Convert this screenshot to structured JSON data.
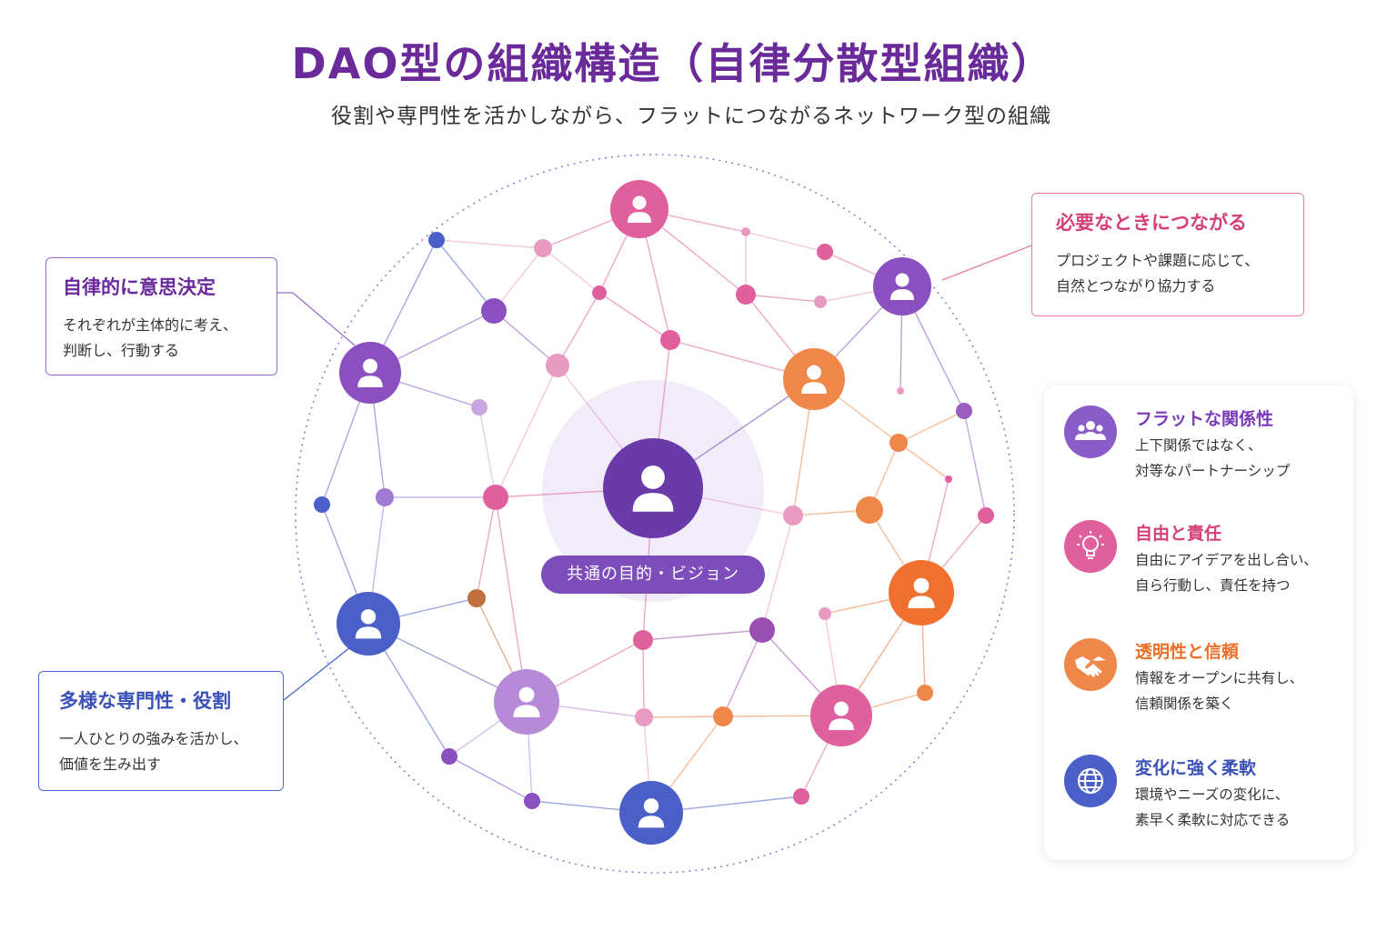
{
  "header": {
    "title": "DAO型の組織構造（自律分散型組織）",
    "subtitle": "役割や専門性を活かしながら、フラットにつながるネットワーク型の組織"
  },
  "center": {
    "vision_label": "共通の目的・ビジョン"
  },
  "callouts": {
    "autonomy": {
      "title": "自律的に意思決定",
      "body": "それぞれが主体的に考え、\n判断し、行動する"
    },
    "connect": {
      "title": "必要なときにつながる",
      "body": "プロジェクトや課題に応じて、\n自然とつながり協力する"
    },
    "diverse": {
      "title": "多様な専門性・役割",
      "body": "一人ひとりの強みを活かし、\n価値を生み出す"
    }
  },
  "features": [
    {
      "icon": "people-group-icon",
      "color": "#8a5cc8",
      "title": "フラットな関係性",
      "body": "上下関係ではなく、\n対等なパートナーシップ"
    },
    {
      "icon": "lightbulb-icon",
      "color": "#e0609e",
      "title": "自由と責任",
      "body": "自由にアイデアを出し合い、\n自ら行動し、責任を持つ"
    },
    {
      "icon": "handshake-icon",
      "color": "#f0874a",
      "title": "透明性と信頼",
      "body": "情報をオープンに共有し、\n信頼関係を築く"
    },
    {
      "icon": "globe-icon",
      "color": "#4a5fc8",
      "title": "変化に強く柔軟",
      "body": "環境やニーズの変化に、\n素早く柔軟に対応できる"
    }
  ],
  "colors": {
    "title": "#6a2a9a",
    "purple": "#8a5cc8",
    "pink": "#e0609e",
    "orange": "#f0874a",
    "blue": "#4a5fc8",
    "center": "#6a3aa8"
  }
}
